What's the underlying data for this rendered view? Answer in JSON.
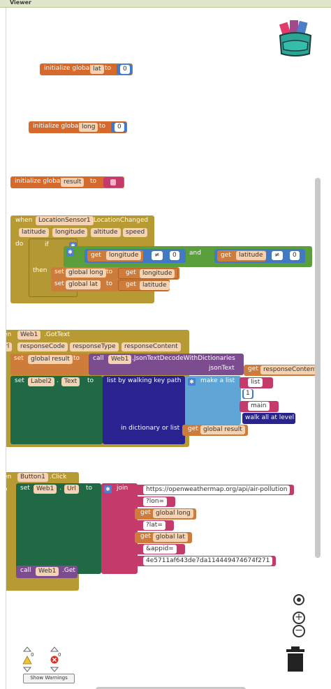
{
  "header": {
    "title": "Viewer"
  },
  "blocks": {
    "init_lat": {
      "label": "initialize global",
      "name": "lat",
      "to": "to",
      "value": "0"
    },
    "init_long": {
      "label": "initialize global",
      "name": "long",
      "to": "to",
      "value": "0"
    },
    "init_result": {
      "label": "initialize global",
      "name": "result",
      "to": "to"
    },
    "location_event": {
      "when": "when",
      "component": "LocationSensor1",
      "event": ".LocationChanged",
      "params": [
        "latitude",
        "longitude",
        "altitude",
        "speed"
      ],
      "do": "do",
      "if": "if",
      "then": "then",
      "get1": "get",
      "get1_var": "longitude",
      "neq1": "≠",
      "val1": "0",
      "and": "and",
      "get2": "get",
      "get2_var": "latitude",
      "neq2": "≠",
      "val2": "0",
      "set1": "set",
      "set1_var": "global long",
      "set1_to": "to",
      "set1_get": "get",
      "set1_get_var": "longitude",
      "set2": "set",
      "set2_var": "global lat",
      "set2_to": "to",
      "set2_get": "get",
      "set2_get_var": "latitude"
    },
    "gottext_event": {
      "when": "en",
      "component": "Web1",
      "event": ".GotText",
      "params": [
        "rl",
        "responseCode",
        "responseType",
        "responseContent"
      ],
      "set": "set",
      "set_var": "global result",
      "set_to": "to",
      "call": "call",
      "call_component": "Web1",
      "call_method": ".JsonTextDecodeWithDictionaries",
      "json_label": "jsonText",
      "json_get": "get",
      "json_get_var": "responseContent",
      "set2": "set",
      "set2_component": "Label2",
      "set2_prop": "Text",
      "set2_to": "to",
      "walk": "list by walking key path",
      "make_list": "make a list",
      "item1": "list",
      "item2": "1",
      "item3": "main",
      "walk_all": "walk all at level",
      "in_dict": "in dictionary or list",
      "in_get": "get",
      "in_get_var": "global result"
    },
    "click_event": {
      "when": "en",
      "component": "Button1",
      "event": ".Click",
      "do": "o",
      "set": "set",
      "set_component": "Web1",
      "set_prop": "Url",
      "set_to": "to",
      "join": "join",
      "t1": "https://openweathermap.org/api/air-pollution",
      "t2": "?lon=",
      "g1": "get",
      "g1_var": "global long",
      "t3": "?lat=",
      "g2": "get",
      "g2_var": "global lat",
      "t4": "&appid=",
      "t5": "4e5711af643de7da114449474674f271",
      "call": "call",
      "call_component": "Web1",
      "call_method": ".Get"
    }
  },
  "warnings": {
    "warning_count": "0",
    "error_count": "0",
    "button_label": "Show Warnings"
  },
  "colors": {
    "variables": "#d66a2d",
    "events": "#b79a33",
    "component_set": "#216845",
    "text": "#c43a6a",
    "component_call": "#7b4d8e",
    "dictionaries": "#28238e",
    "lists": "#5fa6d6",
    "math": "#4279c4",
    "logic": "#5a9f3c"
  },
  "icons": [
    "backpack-icon",
    "gear-icon",
    "target-icon",
    "zoom-in-icon",
    "zoom-out-icon",
    "trash-icon",
    "warning-icon",
    "error-icon"
  ]
}
